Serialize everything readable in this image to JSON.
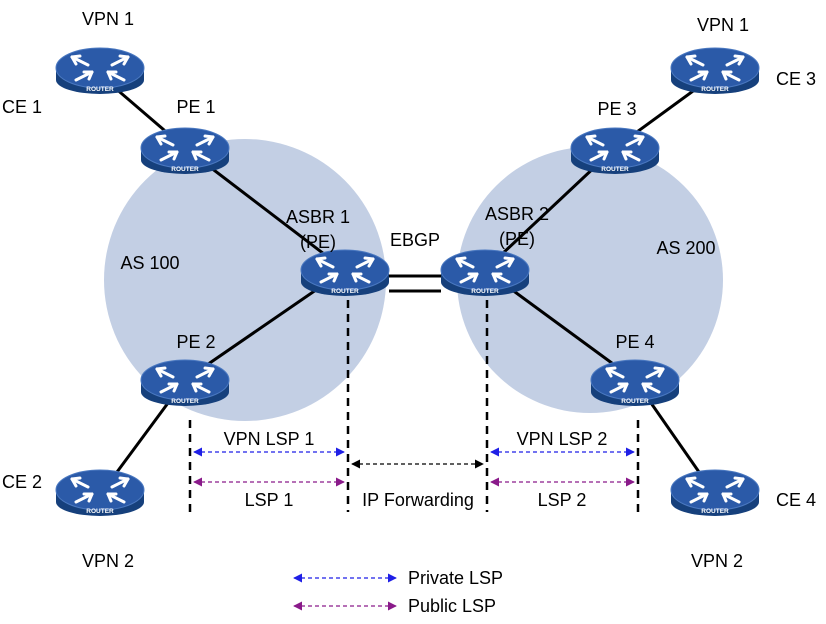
{
  "colors": {
    "as_region": "#c3cfe4",
    "router_top": "#2b5aa8",
    "router_side": "#16407c",
    "private_lsp": "#1f1fe6",
    "public_lsp": "#8a1a8a",
    "ip_forwarding": "#000000"
  },
  "icons": {
    "router": "router-icon"
  },
  "router_label": "ROUTER",
  "labels": {
    "vpn1_left": "VPN 1",
    "vpn1_right": "VPN 1",
    "vpn2_left": "VPN 2",
    "vpn2_right": "VPN 2",
    "ce1": "CE 1",
    "ce2": "CE 2",
    "ce3": "CE 3",
    "ce4": "CE 4",
    "pe1": "PE 1",
    "pe2": "PE 2",
    "pe3": "PE 3",
    "pe4": "PE 4",
    "asbr1": "ASBR 1",
    "asbr2": "ASBR 2",
    "pe_tag": "(PE)",
    "as100": "AS 100",
    "as200": "AS 200",
    "ebgp": "EBGP",
    "vpn_lsp1": "VPN LSP 1",
    "vpn_lsp2": "VPN LSP 2",
    "lsp1": "LSP 1",
    "lsp2": "LSP 2",
    "ip_forwarding": "IP Forwarding"
  },
  "legend": {
    "private_lsp": "Private LSP",
    "public_lsp": "Public LSP"
  }
}
